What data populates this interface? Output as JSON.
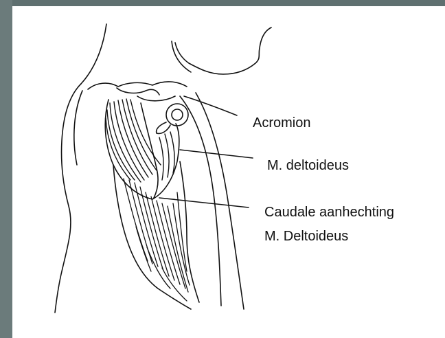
{
  "labels": {
    "acromion": "Acromion",
    "deltoideus": "M. deltoideus",
    "caudale_line1": "Caudale aanhechting",
    "caudale_line2": "M. Deltoideus"
  },
  "colors": {
    "frame": "#6b7b7b",
    "frame_top": "#5f7070",
    "background": "#ffffff",
    "ink": "#111111"
  }
}
